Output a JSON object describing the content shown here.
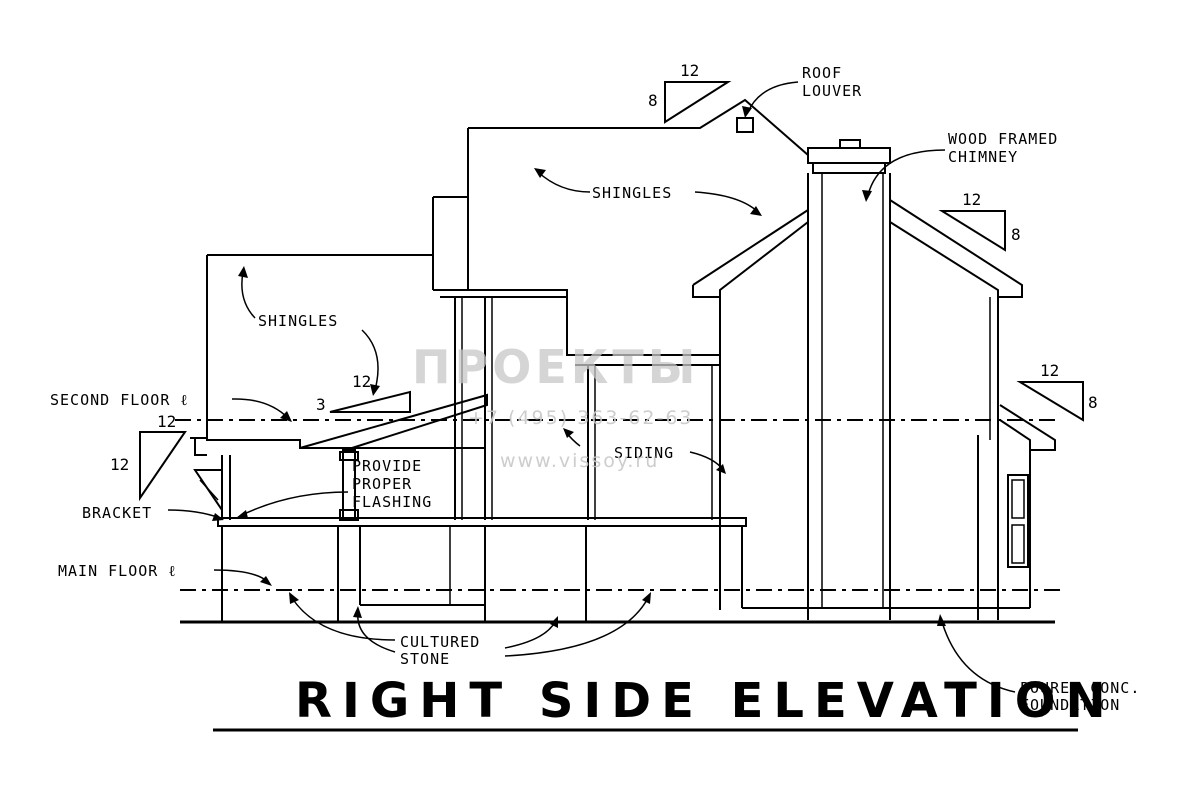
{
  "title": "RIGHT SIDE ELEVATION",
  "labels": {
    "roof_louver_1": "ROOF",
    "roof_louver_2": "LOUVER",
    "wood_chimney_1": "WOOD FRAMED",
    "wood_chimney_2": "CHIMNEY",
    "shingles_upper": "SHINGLES",
    "shingles_lower": "SHINGLES",
    "siding": "SIDING",
    "second_floor": "SECOND FLOOR ℓ",
    "main_floor": "MAIN FLOOR ℓ",
    "bracket": "BRACKET",
    "flashing_1": "PROVIDE",
    "flashing_2": "PROPER",
    "flashing_3": "FLASHING",
    "stone_1": "CULTURED",
    "stone_2": "STONE",
    "foundation_1": "POURED CONC.",
    "foundation_2": "FOUNDATION"
  },
  "pitches": {
    "top_run": "12",
    "top_rise": "8",
    "right_run": "12",
    "right_rise": "8",
    "far_right_run": "12",
    "far_right_rise": "8",
    "porch_run": "12",
    "porch_rise": "3",
    "left_run": "12",
    "left_rise": "12"
  },
  "watermark": {
    "brand": "ПРОЕКТЫ",
    "phone": "+7 (495) 363-62-63",
    "site": "www.vissoy.ru"
  }
}
